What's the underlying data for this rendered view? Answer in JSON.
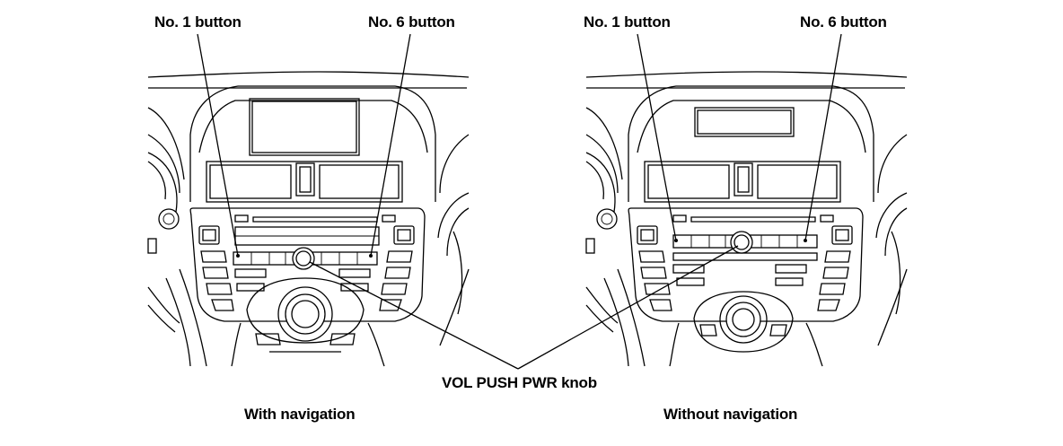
{
  "labels": {
    "left_no1": "No. 1 button",
    "left_no6": "No. 6 button",
    "right_no1": "No. 1 button",
    "right_no6": "No. 6 button",
    "vol_knob": "VOL PUSH PWR knob",
    "with_nav": "With navigation",
    "without_nav": "Without navigation"
  },
  "colors": {
    "line": "#000000",
    "background": "#ffffff"
  }
}
